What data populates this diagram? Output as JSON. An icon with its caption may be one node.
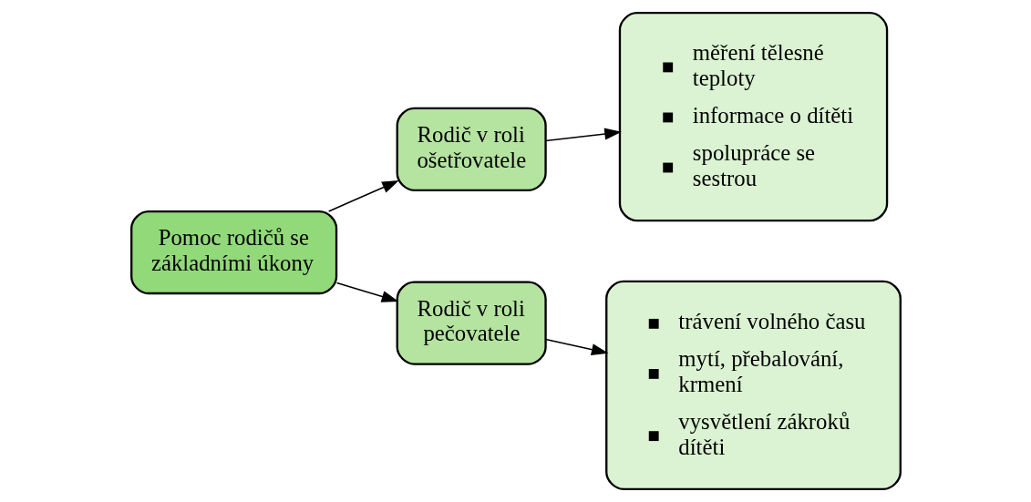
{
  "diagram": {
    "nodes": [
      {
        "text": [
          "Pomoc rodičů se základními úkony"
        ]
      },
      {
        "text": [
          "Rodič v roli ošetřovatele"
        ]
      },
      {
        "text": [
          "měření tělesné teploty",
          "informace o dítěti",
          "spolupráce se sestrou"
        ]
      },
      {
        "text": [
          "Rodič v roli pečovatele"
        ]
      },
      {
        "text": [
          "trávení volného času",
          "mytí, přebalování, krmení",
          "vysvětlení zákroků dítěti"
        ]
      }
    ],
    "edges": [
      {
        "from": 0,
        "to": 1,
        "arrow": "to"
      },
      {
        "from": 1,
        "to": 2,
        "arrow": "to"
      },
      {
        "from": 0,
        "to": 3,
        "arrow": "to"
      },
      {
        "from": 3,
        "to": 4,
        "arrow": "to"
      }
    ]
  }
}
